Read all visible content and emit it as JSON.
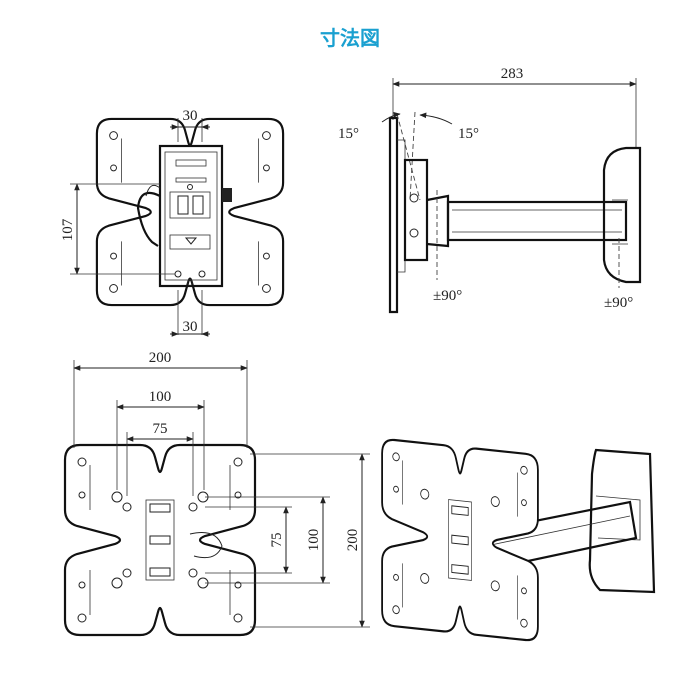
{
  "title": "寸法図",
  "colors": {
    "title": "#1aa0d0",
    "line": "#222222"
  },
  "views": {
    "front": {
      "dim_top": "30",
      "dim_bottom": "30",
      "dim_left": "107"
    },
    "side": {
      "dim_depth": "283",
      "tilt_left": "15°",
      "tilt_right": "15°",
      "swivel_left": "±90°",
      "swivel_right": "±90°"
    },
    "plate": {
      "dim_width_200": "200",
      "dim_width_100": "100",
      "dim_width_75": "75",
      "dim_height_75": "75",
      "dim_height_100": "100",
      "dim_height_200": "200"
    }
  }
}
